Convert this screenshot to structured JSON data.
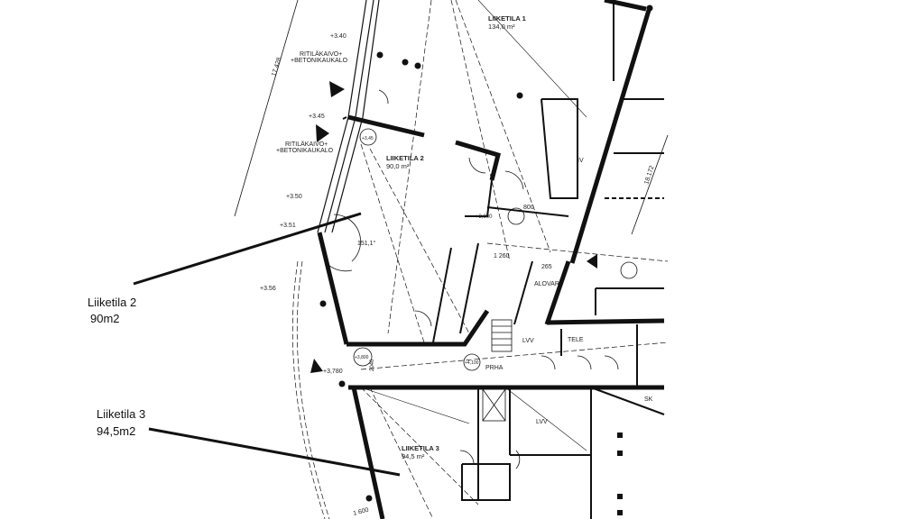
{
  "plan": {
    "rooms": [
      {
        "name": "LIIKETILA 1",
        "area": "134,0 m²"
      },
      {
        "name": "LIIKETILA 2",
        "area": "90,0 m²"
      },
      {
        "name": "LIIKETILA 3",
        "area": "94,5 m²"
      }
    ],
    "drain_labels": [
      "RITILÄKAIVO+",
      "+BETONIKAUKALO"
    ],
    "levels": [
      "+3.40",
      "+3.45",
      "+3.50",
      "+3.51",
      "+3.56",
      "+3,780",
      "+4,100",
      "+3,800",
      "+3,800",
      "+3,45"
    ],
    "dimensions": [
      "17.428",
      "18.172",
      "800",
      "1 260",
      "2040",
      "1 600"
    ],
    "angle": "151,1°",
    "spaces": {
      "lvv1": "LVV",
      "tele": "TELE",
      "lvv2": "LVV",
      "prha": "PRHA",
      "alovar": "ALOVAR",
      "iv": "IV",
      "sk": "SK",
      "s65": "265"
    }
  },
  "annotations": [
    {
      "title": "Liiketila 2",
      "area": "90m2"
    },
    {
      "title": "Liiketila 3",
      "area": "94,5m2"
    }
  ],
  "colors": {
    "ink": "#111111",
    "background": "#ffffff"
  }
}
